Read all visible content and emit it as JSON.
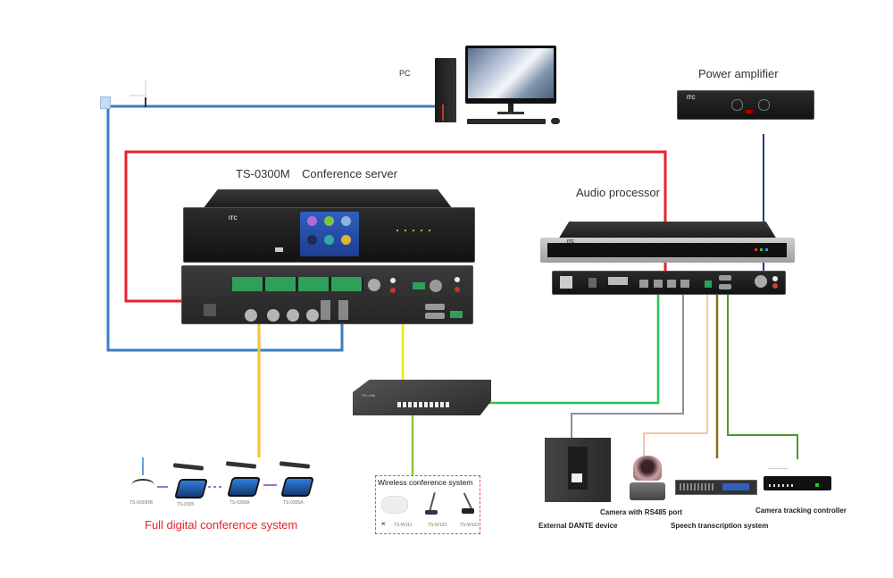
{
  "diagram": {
    "title": "TS-0300M conference system connection diagram",
    "labels": {
      "pc": "PC",
      "power_amplifier": "Power amplifier",
      "server_model": "TS-0300M",
      "server_name": "Conference server",
      "audio_processor": "Audio processor",
      "full_digital": "Full digital conference system",
      "wireless": "Wireless conference system",
      "dante": "External DANTE device",
      "camera": "Camera with RS485 port",
      "speech": "Speech transcription system",
      "tracking": "Camera tracking controller"
    },
    "wired_units": [
      "TS-0030RB",
      "TS-0305",
      "TS-0305A",
      "TS-0305A"
    ],
    "wireless_units": [
      "TS-W111",
      "TS-W102",
      "TS-W103"
    ],
    "colors": {
      "network_blue": "#3b7cc4",
      "dante_red": "#e8212a",
      "amp_navy": "#1f3a8a",
      "yellow": "#f2e70f",
      "orange_yellow": "#f2c230",
      "green": "#2dbf5c",
      "light_green": "#8cc63f",
      "gray": "#8f8f8f",
      "peach": "#f5c5a3",
      "olive": "#8a6d13",
      "dark_green": "#4d9a2a",
      "purple": "#a36ed6",
      "label_red": "#e8212a",
      "dashed_box": "#e0505a"
    },
    "connections": [
      {
        "from": "PC",
        "to": "Conference server",
        "type": "network"
      },
      {
        "from": "Conference server",
        "to": "Audio processor",
        "type": "DANTE"
      },
      {
        "from": "Audio processor",
        "to": "Power amplifier",
        "type": "audio"
      },
      {
        "from": "Conference server",
        "to": "Full digital conference system",
        "type": "conference bus"
      },
      {
        "from": "Conference server",
        "to": "Network switch",
        "type": "network"
      },
      {
        "from": "Network switch",
        "to": "Wireless conference system",
        "type": "network"
      },
      {
        "from": "Network switch",
        "to": "Audio processor",
        "type": "DANTE"
      },
      {
        "from": "Audio processor",
        "to": "External DANTE device",
        "type": "DANTE"
      },
      {
        "from": "Audio processor",
        "to": "Camera with RS485 port",
        "type": "RS485"
      },
      {
        "from": "Audio processor",
        "to": "Speech transcription system",
        "type": "audio"
      },
      {
        "from": "Audio processor",
        "to": "Camera tracking controller",
        "type": "RS232"
      }
    ]
  }
}
